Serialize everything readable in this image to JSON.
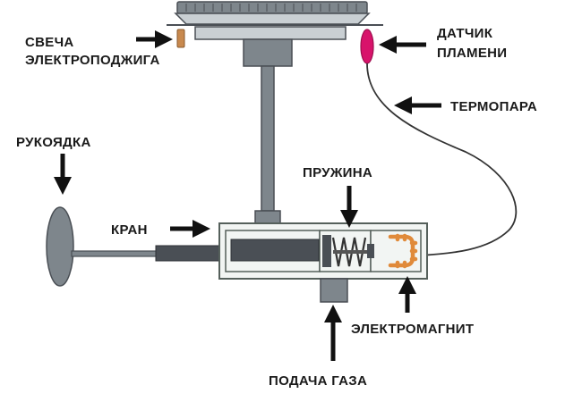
{
  "labels": {
    "spark_line1": "СВЕЧА",
    "spark_line2": "ЭЛЕКТРОПОДЖИГА",
    "flame_line1": "ДАТЧИК",
    "flame_line2": "ПЛАМЕНИ",
    "thermocouple": "ТЕРМОПАРА",
    "handle": "РУКОЯДКА",
    "valve": "КРАН",
    "spring": "ПРУЖИНА",
    "electromagnet": "ЭЛЕКТРОМАГНИТ",
    "gas_supply": "ПОДАЧА ГАЗА"
  },
  "colors": {
    "metal_dark": "#4a4f55",
    "metal_mid": "#7e868c",
    "metal_light": "#c9cfd3",
    "valve_body_fill": "#f2f5f3",
    "valve_body_stroke": "#55605b",
    "flame_sensor": "#d8136b",
    "spark_plug": "#c8894e",
    "electromagnet_coil": "#e08a3a",
    "arrow": "#111111"
  }
}
